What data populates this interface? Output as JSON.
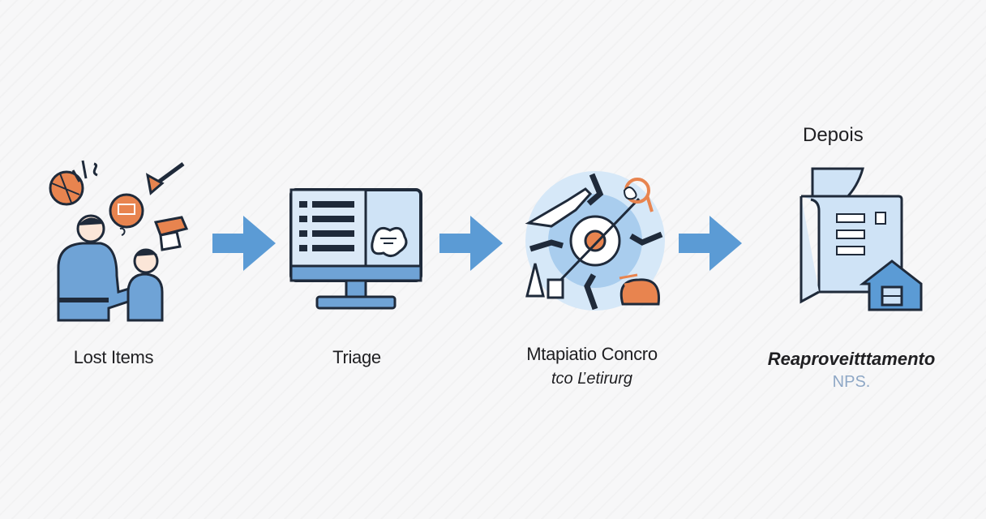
{
  "stages": [
    {
      "label": "Lost Items"
    },
    {
      "label": "Triage"
    },
    {
      "label": "Mtapiatio Concro",
      "sublabel": "tco Ľetirurg"
    },
    {
      "heading": "Depois",
      "label": "Reaproveitttamento",
      "sublabel": "NPS."
    }
  ],
  "colors": {
    "blue": "#5b9bd5",
    "light_blue": "#cfe3f6",
    "dark": "#1f2a3a",
    "orange": "#e8844f"
  }
}
